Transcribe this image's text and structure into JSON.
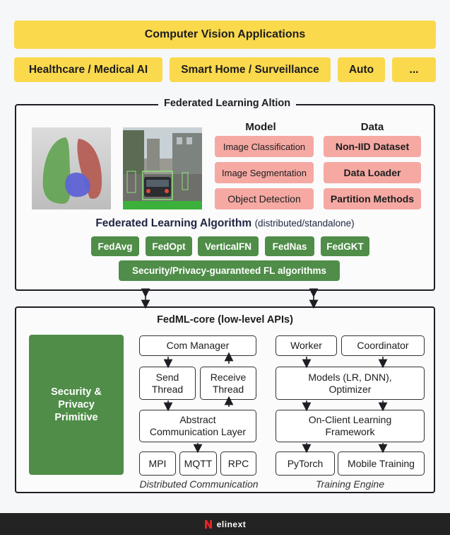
{
  "applications": {
    "title": "Computer Vision Applications",
    "items": [
      "Healthcare / Medical AI",
      "Smart Home / Surveillance",
      "Auto",
      "..."
    ]
  },
  "fl_panel": {
    "title": "Federated Learning Altion",
    "model": {
      "header": "Model",
      "items": [
        "Image Classification",
        "Image Segmentation",
        "Object Detection"
      ]
    },
    "data": {
      "header": "Data",
      "items": [
        "Non-IID Dataset",
        "Data Loader",
        "Partition Methods"
      ]
    },
    "algorithm": {
      "title": "Federated Learning Algorithm",
      "subtitle": "(distributed/standalone)",
      "items": [
        "FedAvg",
        "FedOpt",
        "VerticalFN",
        "FedNas",
        "FedGKT"
      ],
      "security": "Security/Privacy-guaranteed FL algorithms"
    }
  },
  "core_panel": {
    "title": "FedML-core (low-level APIs)",
    "security_primitive": "Security &\nPrivacy\nPrimitive",
    "communication": {
      "com_manager": "Com Manager",
      "send_thread": "Send\nThread",
      "receive_thread": "Receive\nThread",
      "abstract_layer": "Abstract\nCommunication Layer",
      "protocols": [
        "MPI",
        "MQTT",
        "RPC"
      ],
      "caption": "Distributed Communication"
    },
    "training": {
      "worker": "Worker",
      "coordinator": "Coordinator",
      "models": "Models (LR, DNN),\nOptimizer",
      "framework": "On-Client Learning\nFramework",
      "pytorch": "PyTorch",
      "mobile": "Mobile Training",
      "caption": "Training Engine"
    }
  },
  "footer": {
    "brand": "elinext"
  },
  "colors": {
    "yellow": "#fad94d",
    "pink": "#f5a9a2",
    "green": "#4f8d48",
    "footer": "#232323"
  }
}
